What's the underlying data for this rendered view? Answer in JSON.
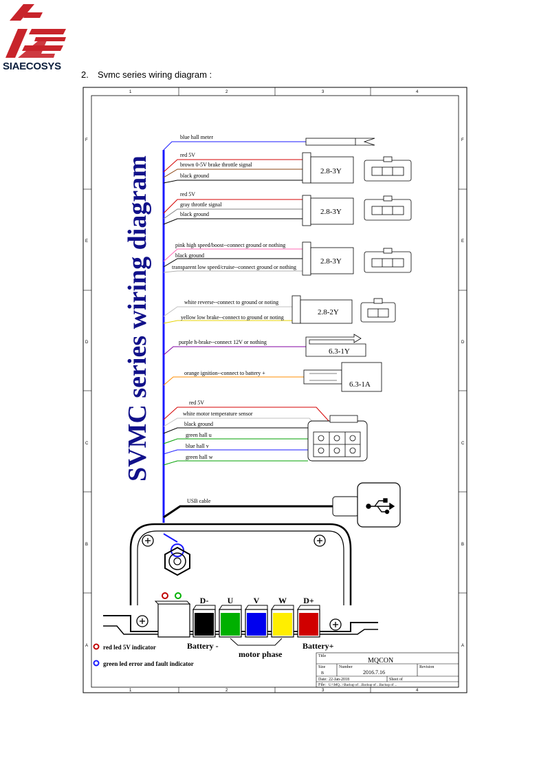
{
  "brand": {
    "name": "SIAECOSYS",
    "color_red": "#c8242b",
    "color_navy": "#0c1f3d"
  },
  "heading": {
    "number": "2.",
    "text": "Svmc series wiring diagram :"
  },
  "diagram": {
    "vertical_title": "SVMC series wiring diagram",
    "grid_cols": [
      "1",
      "2",
      "3",
      "4"
    ],
    "grid_rows": [
      "F",
      "E",
      "D",
      "C",
      "B",
      "A"
    ],
    "wires": [
      {
        "text": "blue   hall meter",
        "color": "#1a1aff"
      },
      {
        "text": "red   5V",
        "color": "#d40000"
      },
      {
        "text": "brown   0-5V brake throttle signal",
        "color": "#8b4513"
      },
      {
        "text": "black   ground",
        "color": "#000000"
      },
      {
        "text": "red   5V",
        "color": "#d40000"
      },
      {
        "text": "gray   throttle signal",
        "color": "#808080"
      },
      {
        "text": "black   ground",
        "color": "#000000"
      },
      {
        "text": "pink   high speed/boost--connect  ground  or nothing",
        "color": "#ff69b4"
      },
      {
        "text": "black   ground",
        "color": "#000000"
      },
      {
        "text": "transparent   low speed/cruise--connect  ground  or nothing",
        "color": "#b0b0b0"
      },
      {
        "text": "white   reverse--connect to ground or noting",
        "color": "#c0c0c0"
      },
      {
        "text": "yellow  low brake--connect to ground or noting",
        "color": "#e6d200"
      },
      {
        "text": "purple   h-brake--connect  12V  or  nothing",
        "color": "#8000a0"
      },
      {
        "text": "orange  ignition--connect to battery +",
        "color": "#ff8c00"
      },
      {
        "text": "red   5V",
        "color": "#d40000"
      },
      {
        "text": "white  motor temperature sensor",
        "color": "#c0c0c0"
      },
      {
        "text": "black  ground",
        "color": "#000000"
      },
      {
        "text": "green  hall u",
        "color": "#00a000"
      },
      {
        "text": "blue   hall  v",
        "color": "#1a1aff"
      },
      {
        "text": "green   hall   w",
        "color": "#00a000"
      },
      {
        "text": "USB  cable",
        "color": "#000000"
      }
    ],
    "connectors": [
      "2.8-3Y",
      "2.8-3Y",
      "2.8-3Y",
      "2.8-2Y",
      "6.3-1Y",
      "6.3-1A"
    ],
    "terminals": [
      {
        "label": "D-",
        "color": "#000000"
      },
      {
        "label": "U",
        "color": "#00b000"
      },
      {
        "label": "V",
        "color": "#0000ee"
      },
      {
        "label": "W",
        "color": "#ffee00"
      },
      {
        "label": "D+",
        "color": "#d00000"
      }
    ],
    "battery_minus": "Battery -",
    "battery_plus": "Battery+",
    "motor_phase": "motor phase",
    "legend": [
      {
        "text": "red led    5V indicator",
        "color": "#c00000"
      },
      {
        "text": "green led   error and fault  indicator",
        "color": "#1a1aff"
      }
    ],
    "title_block": {
      "title_label": "Title",
      "title_value": "MQCON",
      "size_label": "Size",
      "size_value": "B",
      "number_label": "Number",
      "number_value": "2016.7.16",
      "revision_label": "Revision",
      "date_label": "Date:",
      "date_value": "22-Jan-2018",
      "sheet_label": "Sheet    of",
      "file_label": "File:",
      "file_value": "U:\\\\MQ...\\\\Backup of ...Backup of ...Backup of ..."
    }
  }
}
